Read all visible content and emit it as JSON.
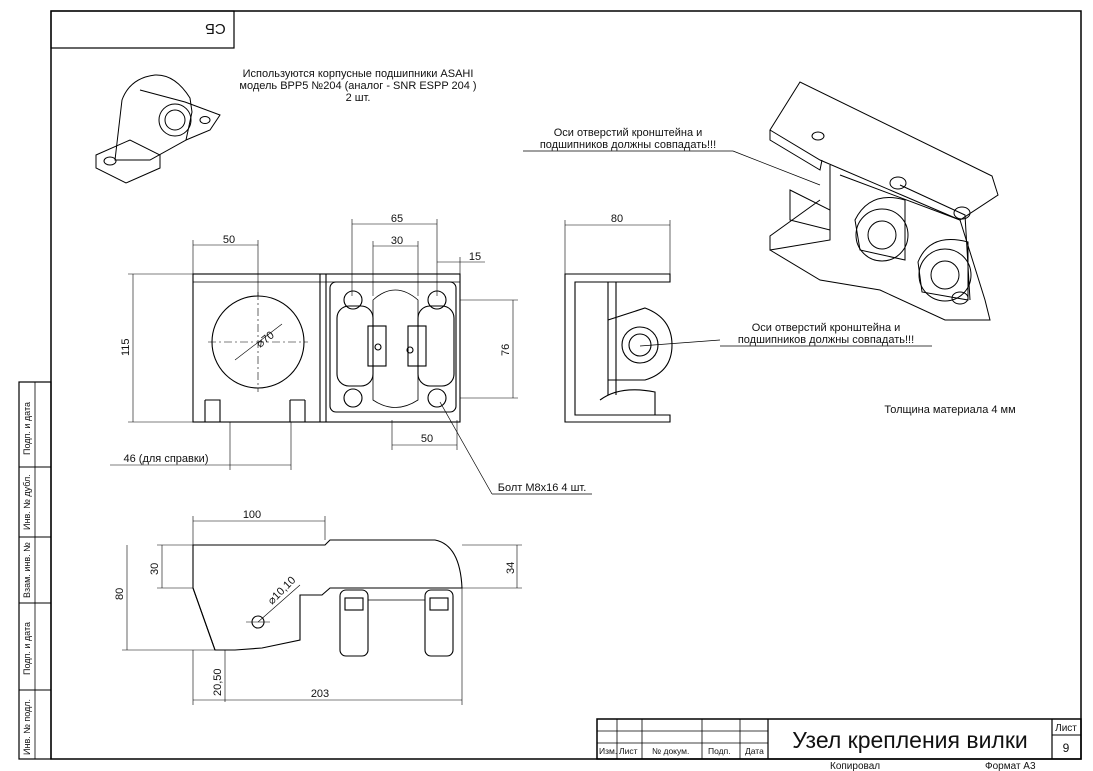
{
  "drawing_code": "СБ",
  "notes": {
    "bearing_line1": "Используются корпусные подшипники ASAHI",
    "bearing_line2": "модель BPP5 №204 (аналог - SNR ESPP 204 )",
    "bearing_line3": "2 шт.",
    "axes_line1": "Оси отверстий кронштейна и",
    "axes_line2": "подшипников должны совпадать!!!",
    "thickness": "Толщина материала 4 мм",
    "bolt": "Болт М8х16 4 шт."
  },
  "dims": {
    "d50_top": "50",
    "d65": "65",
    "d30_top": "30",
    "d15": "15",
    "d80_side": "80",
    "d115": "115",
    "d76": "76",
    "d50_bottom": "50",
    "d46": "46 (для справки)",
    "dia70": "⌀70",
    "d100": "100",
    "d30_left": "30",
    "d80_left": "80",
    "d34": "34",
    "dia10": "⌀10,10",
    "d20_50": "20,50",
    "d203": "203"
  },
  "side_stamps": [
    "Подп. и дата",
    "Инв. № дубл.",
    "Взам. инв. №",
    "Подп. и дата",
    "Инв. № подл."
  ],
  "title_block": {
    "title": "Узел крепления вилки",
    "col_izm": "Изм.",
    "col_list": "Лист",
    "col_doc": "№ докум.",
    "col_podp": "Подп.",
    "col_data": "Дата",
    "sheet_label": "Лист",
    "sheet_number": "9",
    "copied": "Копировал",
    "format": "Формат А3"
  }
}
